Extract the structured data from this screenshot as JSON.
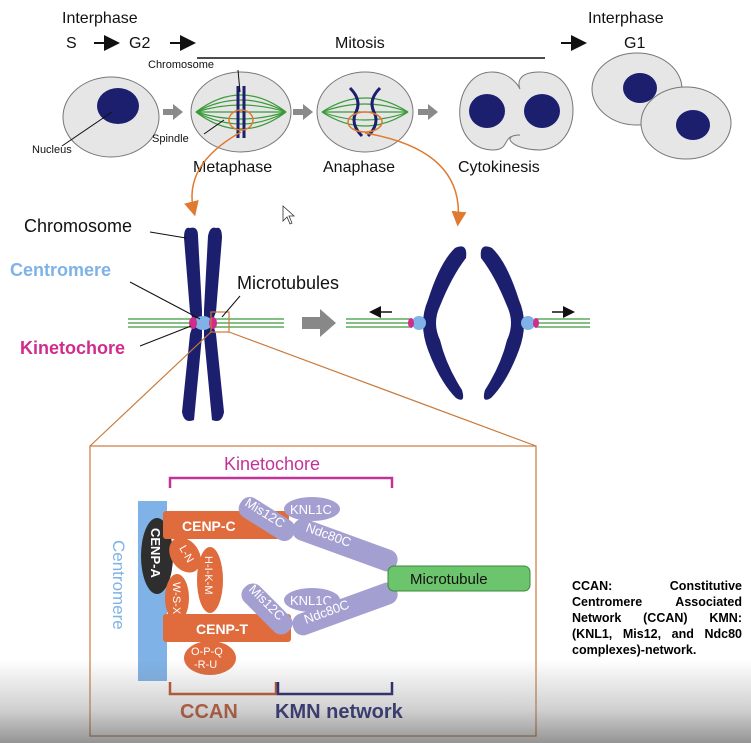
{
  "top_row": {
    "interphase_left": "Interphase",
    "s": "S",
    "g2": "G2",
    "mitosis": "Mitosis",
    "interphase_right": "Interphase",
    "g1": "G1",
    "chromosome": "Chromosome",
    "nucleus": "Nucleus",
    "spindle": "Spindle",
    "metaphase": "Metaphase",
    "anaphase": "Anaphase",
    "cytokinesis": "Cytokinesis"
  },
  "middle": {
    "chromosome": "Chromosome",
    "centromere": "Centromere",
    "kinetochore": "Kinetochore",
    "microtubules": "Microtubules"
  },
  "inset": {
    "kinetochore": "Kinetochore",
    "centromere": "Centromere",
    "cenp_a": "CENP-A",
    "cenp_c": "CENP-C",
    "cenp_t": "CENP-T",
    "ln": "L-N",
    "hikm": "H-I-K-M",
    "wsx": "W-S-X",
    "opq1": "O-P-Q",
    "opq2": "-R-U",
    "mis12_top": "Mis12C",
    "knl1_top": "KNL1C",
    "ndc80_top": "Ndc80C",
    "mis12_bot": "Mis12C",
    "knl1_bot": "KNL1C",
    "ndc80_bot": "Ndc80C",
    "microtubule": "Microtubule",
    "ccan": "CCAN",
    "kmn": "KMN network"
  },
  "caption": "CCAN: Constitutive Centromere Associated Network (CCAN) KMN: (KNL1, Mis12, and Ndc80 complexes)-network.",
  "colors": {
    "chromosome": "#1c1f6e",
    "centromere": "#7fb2e6",
    "kinetochore": "#d02c8c",
    "spindle": "#3a9a3a",
    "ccan": "#e06b3c",
    "kmn": "#a39fd0",
    "microtubule": "#6cc46c",
    "frame": "#c87a3c"
  }
}
